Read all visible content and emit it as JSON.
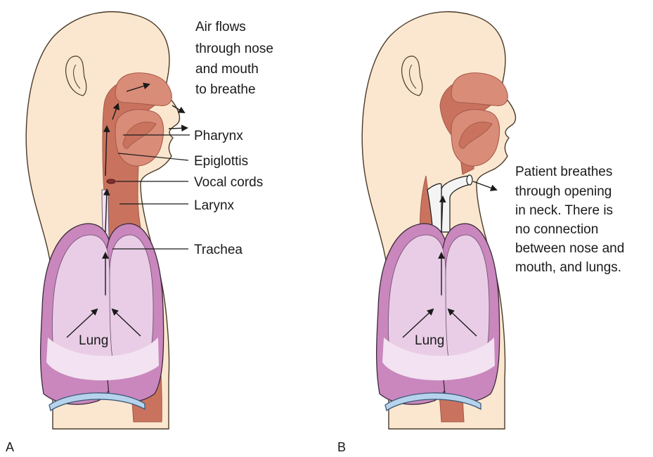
{
  "panel_a": {
    "letter": "A",
    "air_note": [
      "Air flows",
      "through nose",
      "and mouth",
      "to breathe"
    ],
    "labels": {
      "pharynx": "Pharynx",
      "epiglottis": "Epiglottis",
      "vocal_cords": "Vocal cords",
      "larynx": "Larynx",
      "trachea": "Trachea",
      "lung": "Lung"
    }
  },
  "panel_b": {
    "letter": "B",
    "note": [
      "Patient breathes",
      "through opening",
      "in neck.  There is",
      "no connection",
      "between nose and",
      "mouth, and lungs."
    ],
    "labels": {
      "lung": "Lung"
    }
  },
  "colors": {
    "skin": "#fbe7cf",
    "skin_outline": "#4a3a2a",
    "airway": "#c9735f",
    "airway_dark": "#a85a4a",
    "nasal": "#d98c78",
    "lung_outer": "#c987bd",
    "lung_inner": "#e9cde6",
    "lung_pale": "#f3e2f1",
    "diaphragm": "#b7d3ec",
    "diaphragm_outline": "#3b5a7a",
    "tube": "#f4f4f4"
  }
}
